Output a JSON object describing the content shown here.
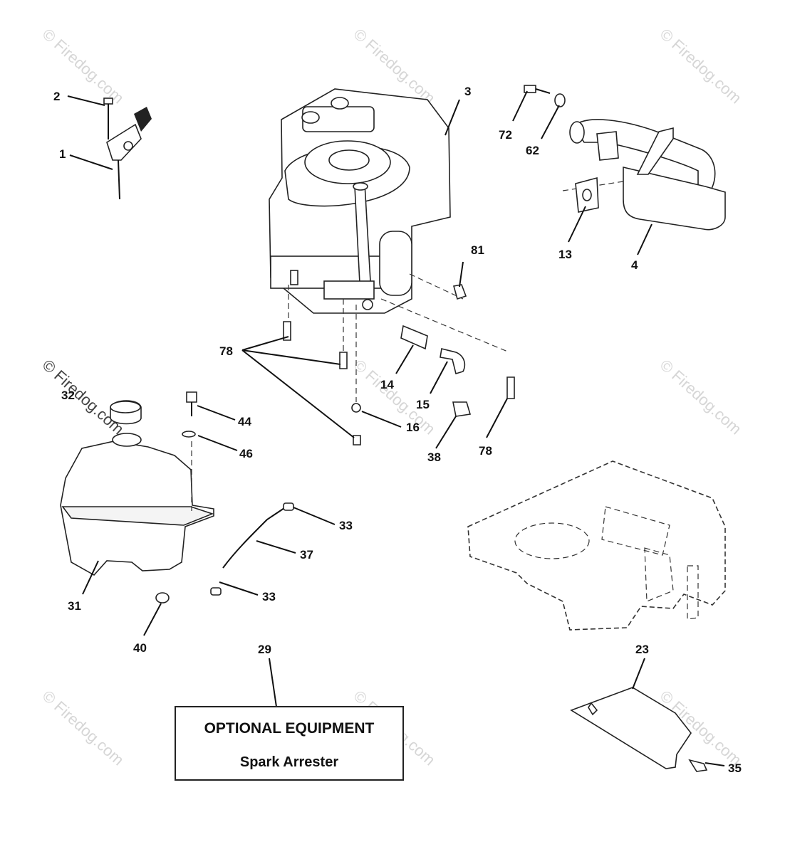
{
  "watermark": "© Firedog.com",
  "callouts": {
    "c1": "1",
    "c2": "2",
    "c3": "3",
    "c4": "4",
    "c13": "13",
    "c14": "14",
    "c15": "15",
    "c16": "16",
    "c23": "23",
    "c29": "29",
    "c31": "31",
    "c32": "32",
    "c33a": "33",
    "c33b": "33",
    "c35": "35",
    "c37": "37",
    "c38": "38",
    "c40": "40",
    "c44": "44",
    "c46": "46",
    "c62": "62",
    "c72": "72",
    "c78a": "78",
    "c78b": "78",
    "c81": "81"
  },
  "optional_box": {
    "title": "OPTIONAL EQUIPMENT",
    "subtitle": "Spark Arrester"
  }
}
